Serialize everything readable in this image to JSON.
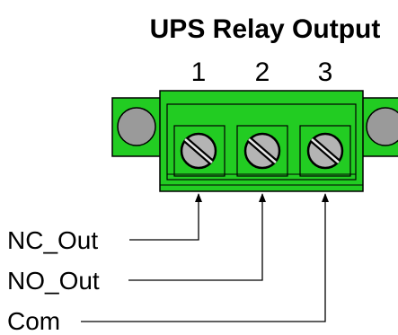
{
  "title": "UPS Relay Output",
  "pins": [
    "1",
    "2",
    "3"
  ],
  "signals": [
    {
      "label": "NC_Out",
      "pin": "1"
    },
    {
      "label": "NO_Out",
      "pin": "2"
    },
    {
      "label": "Com",
      "pin": "3"
    }
  ],
  "colors": {
    "connector_body": "#22cc22",
    "connector_outline": "#000000",
    "mount_ear": "#22cc22",
    "mount_hole": "#9a9a9a",
    "screw_head": "#b4b4b4"
  },
  "icons": [
    "screw-terminal-icon",
    "mounting-hole-icon"
  ]
}
